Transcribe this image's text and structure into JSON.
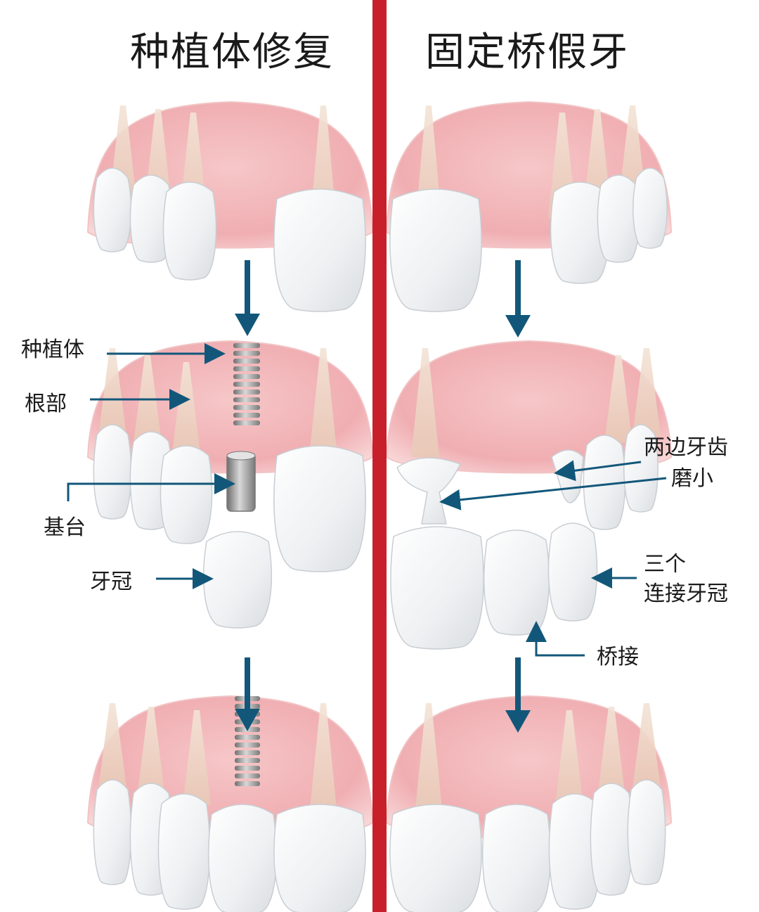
{
  "titles": {
    "implant": "种植体修复",
    "bridge": "固定桥假牙"
  },
  "labels": {
    "implant_body": "种植体",
    "root": "根部",
    "abutment": "基台",
    "crown": "牙冠",
    "ground_teeth_line1": "两边牙齿",
    "ground_teeth_line2": "磨小",
    "three_crowns_line1": "三个",
    "three_crowns_line2": "连接牙冠",
    "pontic": "桥接"
  },
  "colors": {
    "divider": "#c8202b",
    "arrow": "#12577a",
    "gum": "#f3b8bb",
    "gum_dark": "#e58f95",
    "tooth": "#f4f5f6",
    "root": "#f1ddd0",
    "metal": "#9a9a9a"
  }
}
